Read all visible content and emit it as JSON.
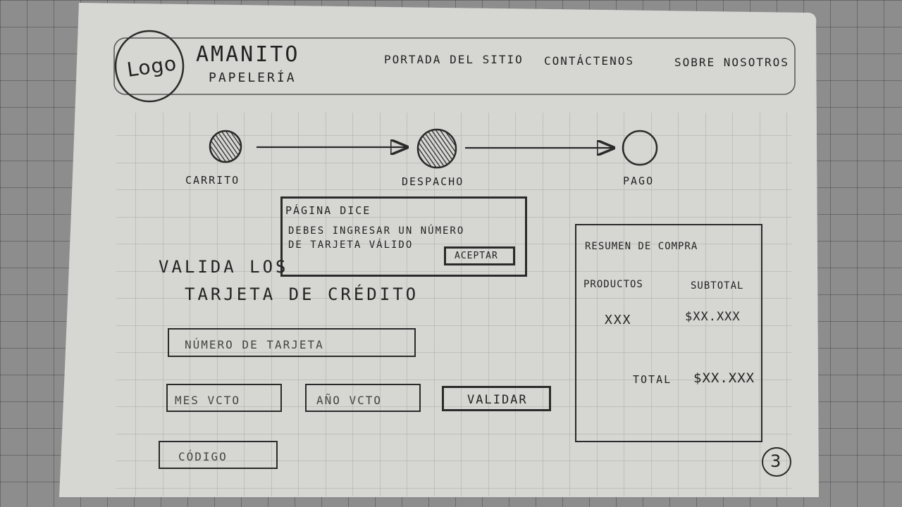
{
  "header": {
    "logo_text": "Logo",
    "brand_name": "AMANITO",
    "brand_sub": "PAPELERÍA",
    "nav": [
      {
        "label": "PORTADA DEL SITIO"
      },
      {
        "label": "CONTÁCTENOS"
      },
      {
        "label": "SOBRE NOSOTROS"
      }
    ]
  },
  "steps": [
    {
      "label": "CARRITO",
      "done": true
    },
    {
      "label": "DESPACHO",
      "done": true
    },
    {
      "label": "PAGO",
      "done": false
    }
  ],
  "dialog": {
    "title": "PÁGINA DICE",
    "message_line1": "DEBES INGRESAR UN NÚMERO",
    "message_line2": "DE TARJETA VÁLIDO",
    "accept_label": "ACEPTAR"
  },
  "form": {
    "title_line1": "VALIDA LOS",
    "title_line2": "TARJETA DE CRÉDITO",
    "card_placeholder": "NÚMERO DE TARJETA",
    "month_placeholder": "MES VCTO",
    "year_placeholder": "AÑO VCTO",
    "validate_label": "VALIDAR",
    "code_placeholder": "CÓDIGO"
  },
  "summary": {
    "title": "RESUMEN DE COMPRA",
    "col_products": "PRODUCTOS",
    "col_subtotal": "SUBTOTAL",
    "row_product": "XXX",
    "row_subtotal": "$XX.XXX",
    "total_label": "TOTAL",
    "total_value": "$XX.XXX"
  },
  "page_number": "3"
}
